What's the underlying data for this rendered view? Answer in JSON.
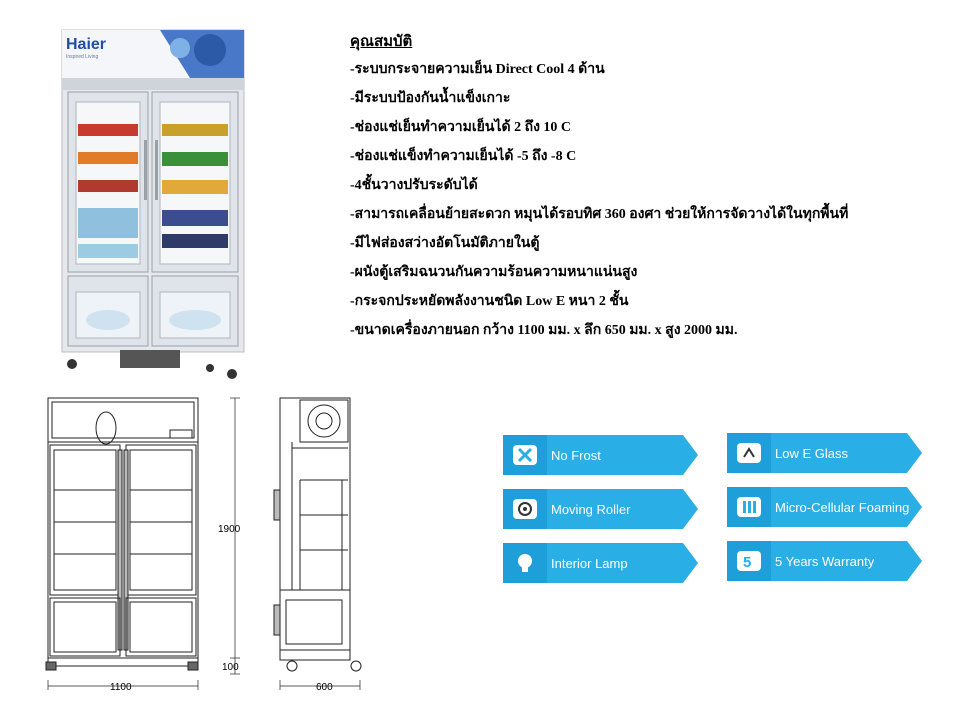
{
  "product_photo": {
    "brand": "Haier",
    "tagline": "Inspired Living"
  },
  "specs": {
    "title": "คุณสมบัติ",
    "items": [
      "-ระบบกระจายความเย็น Direct Cool 4 ด้าน",
      "-มีระบบป้องกันน้ำแข็งเกาะ",
      "-ช่องแช่เย็นทำความเย็นได้ 2 ถึง 10 C",
      "-ช่องแช่แข็งทำความเย็นได้ -5 ถึง -8 C",
      "-4ชั้นวางปรับระดับได้",
      "-สามารถเคลื่อนย้ายสะดวก หมุนได้รอบทิศ 360 องศา ช่วยให้การจัดวางได้ในทุกพื้นที่",
      "-มีไฟส่องสว่างอัตโนมัติภายในตู้",
      "-ผนังตู้เสริมฉนวนกันความร้อนความหนาแน่นสูง",
      "-กระจกประหยัดพลังงานชนิด Low E หนา 2 ชั้น",
      "-ขนาดเครื่องภายนอก กว้าง 1100 มม. x ลึก 650 มม. x สูง 2000 มม."
    ]
  },
  "drawing": {
    "height_label": "1900",
    "base_label": "100",
    "width_label": "1100",
    "depth_label": "600"
  },
  "features": [
    {
      "label": "No Frost",
      "icon": "no-frost-icon"
    },
    {
      "label": "Low E Glass",
      "icon": "glass-icon"
    },
    {
      "label": "Moving Roller",
      "icon": "roller-icon"
    },
    {
      "label": "Micro-Cellular Foaming",
      "icon": "foam-icon"
    },
    {
      "label": "Interior Lamp",
      "icon": "lamp-icon"
    },
    {
      "label": "5 Years Warranty",
      "icon": "warranty-icon"
    }
  ],
  "colors": {
    "badge_blue": "#29aee6",
    "badge_dark": "#1f9fd9",
    "fridge_frame": "#e6e8ec"
  }
}
